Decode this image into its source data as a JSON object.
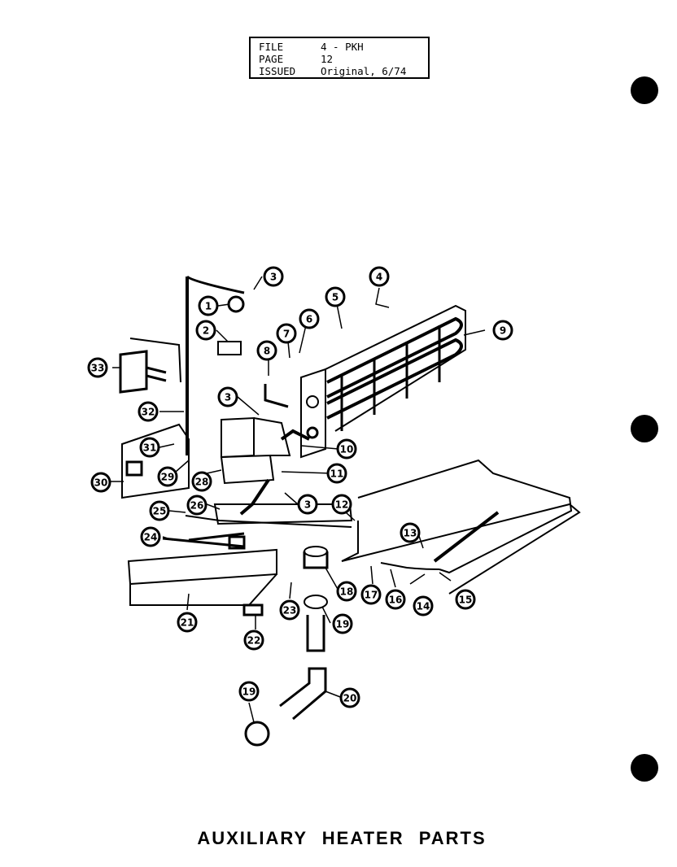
{
  "file_box": {
    "rows": [
      {
        "key": "FILE",
        "value": "4 - PKH"
      },
      {
        "key": "PAGE",
        "value": "12"
      },
      {
        "key": "ISSUED",
        "value": "Original, 6/74"
      }
    ]
  },
  "callouts": [
    "1",
    "2",
    "3",
    "3",
    "3",
    "4",
    "5",
    "6",
    "7",
    "8",
    "9",
    "10",
    "11",
    "12",
    "13",
    "14",
    "15",
    "16",
    "17",
    "18",
    "19",
    "19",
    "20",
    "21",
    "22",
    "23",
    "24",
    "25",
    "26",
    "28",
    "29",
    "30",
    "31",
    "32",
    "33"
  ],
  "title": "AUXILIARY HEATER PARTS"
}
